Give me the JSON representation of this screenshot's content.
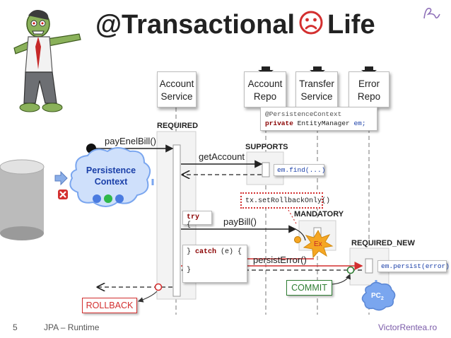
{
  "slide": {
    "title_main": "@Transactional",
    "title_end": "Life",
    "page_number": "5",
    "footer_left": "JPA – Runtime",
    "footer_right": "VictorRentea.ro",
    "logo_text": "Victor"
  },
  "participants": {
    "account_service": [
      "Account",
      "Service"
    ],
    "account_repo": [
      "Account",
      "Repo"
    ],
    "transfer_service": [
      "Transfer",
      "Service"
    ],
    "error_repo": [
      "Error",
      "Repo"
    ]
  },
  "injection": {
    "annotation": "@PersistenceContext",
    "field_kw": "private",
    "field_type": "EntityManager",
    "field_name": "em;"
  },
  "propagation": {
    "required": "REQUIRED",
    "supports": "SUPPORTS",
    "mandatory": "MANDATORY",
    "required_new": "REQUIRED_NEW"
  },
  "messages": {
    "pay_enel": "payEnelBill()",
    "get_account": "getAccount",
    "em_find": "em.find(...)",
    "set_rollback": "tx.setRollbackOnly()",
    "pay_bill": "payBill()",
    "ex": "Ex",
    "persist_error": "persistError()",
    "em_persist": "em.persist(error)"
  },
  "code": {
    "try_kw": "try",
    "try_brace": " {",
    "catch_open": "} ",
    "catch_kw": "catch",
    "catch_rest": " (e) {",
    "close": "}"
  },
  "persistence_context": {
    "line1": "Persistence",
    "line2": "Context"
  },
  "status": {
    "commit": "COMMIT",
    "rollback": "ROLLBACK",
    "pc2": "PC",
    "pc2_sub": "2"
  },
  "colors": {
    "red": "#d32f2f",
    "green_ring": "#2e7d32",
    "cloud": "#cfe0fb",
    "cloud_text": "#1a3fa8",
    "pc2_cloud": "#7aa6ef",
    "ex_star": "#f5a623"
  },
  "icons": [
    "zombie-figure",
    "frown-face-icon",
    "database-icon",
    "blue-arrow-icon",
    "red-x-icon",
    "logo-signature-icon"
  ]
}
